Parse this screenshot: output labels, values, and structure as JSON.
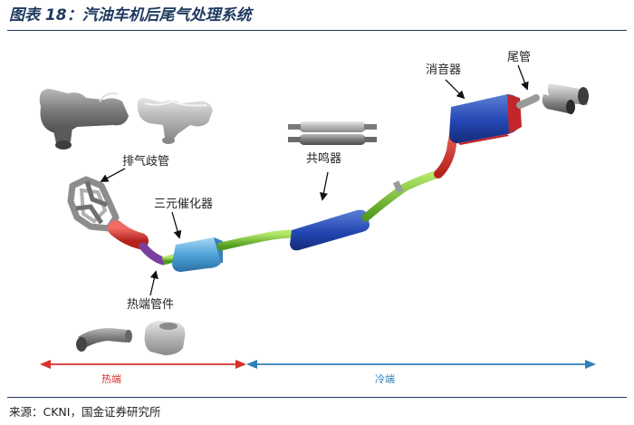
{
  "figure": {
    "title": "图表 18：汽油车机后尾气处理系统",
    "source": "来源：CKNI，国金证券研究所"
  },
  "labels": {
    "exhaust_manifold": "排气歧管",
    "three_way_catalyst": "三元催化器",
    "hot_end_pipe": "热端管件",
    "resonator": "共鸣器",
    "muffler": "消音器",
    "tailpipe": "尾管",
    "hot_end": "热端",
    "cold_end": "冷端"
  },
  "colors": {
    "title": "#1f3a5f",
    "hot_end": "#d9302c",
    "cold_end": "#2f7fb8"
  }
}
